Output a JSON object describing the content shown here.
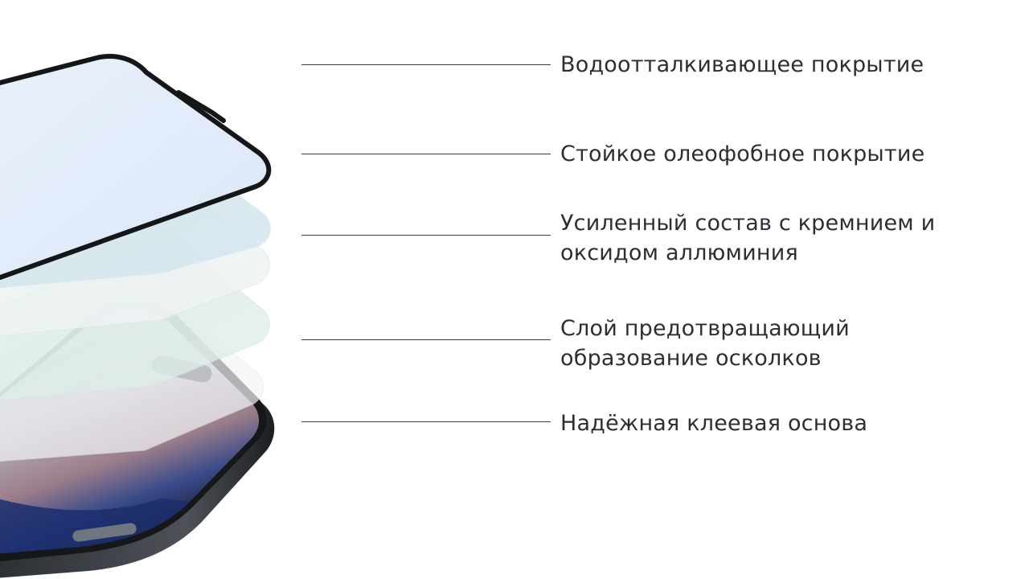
{
  "layers": [
    {
      "id": "water-repellent",
      "label": "Водоотталкивающее покрытие"
    },
    {
      "id": "oleophobic",
      "label": "Стойкое олеофобное покрытие"
    },
    {
      "id": "reinforced",
      "label": "Усиленный состав с кремнием и\nоксидом аллюминия"
    },
    {
      "id": "anti-shatter",
      "label": "Слой предотвращающий\nобразование осколков"
    },
    {
      "id": "adhesive",
      "label": "Надёжная клеевая основа"
    }
  ],
  "colors": {
    "text": "#2b2f33",
    "leader_line": "#36404a",
    "frame_black": "#141618",
    "phone_body": "#2c3034",
    "glass_tint_blue": "#dce8f7",
    "glass_tint_green": "#d6ebe4"
  }
}
